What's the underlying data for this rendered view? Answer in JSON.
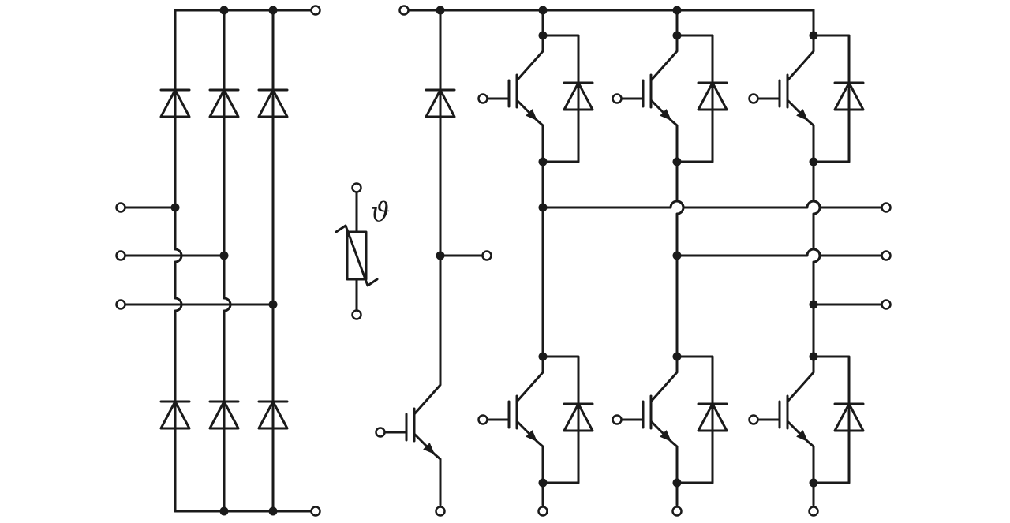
{
  "diagram": {
    "colors": {
      "ink": "#1a1a1a",
      "background": "#ffffff"
    },
    "components": {
      "rectifier_diodes": 6,
      "brake_chopper": {
        "diode": 1,
        "igbt": 1
      },
      "inverter_igbts_with_freewheel_diodes": 6,
      "thermistor": 1
    },
    "thermistor_symbol": "ϑ"
  }
}
